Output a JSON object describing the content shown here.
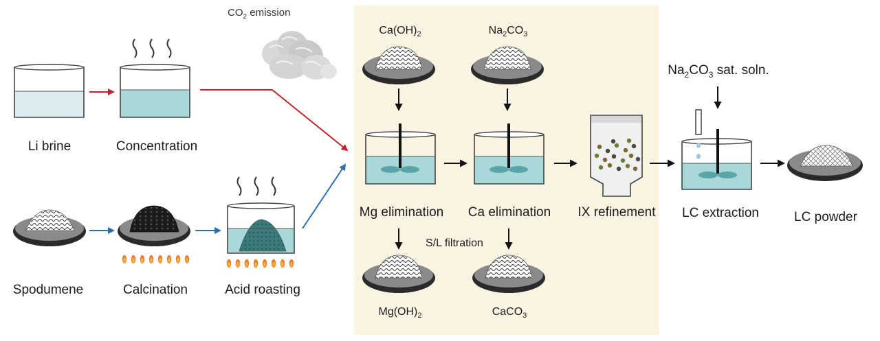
{
  "labels": {
    "li_brine": "Li brine",
    "concentration": "Concentration",
    "spodumene": "Spodumene",
    "calcination": "Calcination",
    "acid_roasting": "Acid roasting",
    "co2_prefix": "CO",
    "co2_sub": "2",
    "co2_suffix": " emission",
    "caoh2_prefix": "Ca(OH)",
    "caoh2_sub": "2",
    "na2co3_a": "Na",
    "na2co3_sub1": "2",
    "na2co3_b": "CO",
    "na2co3_sub2": "3",
    "mg_elimination": "Mg elimination",
    "ca_elimination": "Ca elimination",
    "sl_filtration": "S/L filtration",
    "mgoh2_prefix": "Mg(OH)",
    "mgoh2_sub": "2",
    "caco3_prefix": "CaCO",
    "caco3_sub": "3",
    "ix_refinement": "IX refinement",
    "na2co3_sat_a": "Na",
    "na2co3_sat_sub1": "2",
    "na2co3_sat_b": "CO",
    "na2co3_sat_sub2": "3",
    "na2co3_sat_c": " sat. soln.",
    "lc_extraction": "LC extraction",
    "lc_powder": "LC powder"
  },
  "colors": {
    "brine_route": "#c0262b",
    "spodumene_route": "#2a6fb0",
    "liquid": "#c9e6e8",
    "liquid_dark": "#8fc9cc",
    "panel": "#fbf4e2",
    "flame": "#f05a1e"
  }
}
